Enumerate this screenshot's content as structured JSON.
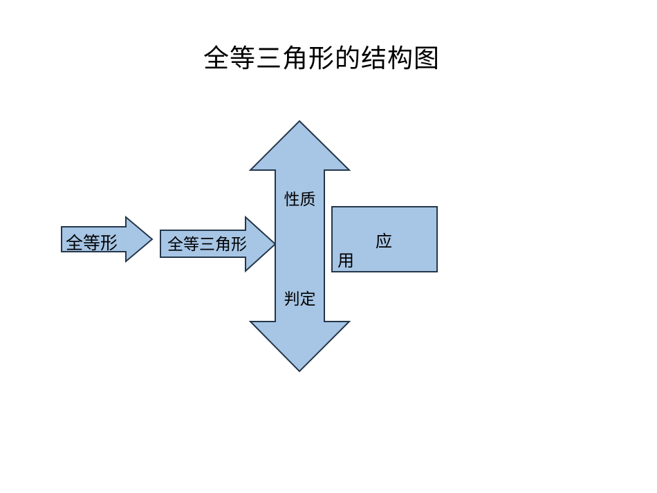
{
  "title": "全等三角形的结构图",
  "colors": {
    "background": "#ffffff",
    "text": "#000000",
    "shape_fill": "#a7c5e4",
    "shape_stroke": "#24364a"
  },
  "diagram": {
    "congruent_shapes": {
      "label": "全等形",
      "shape": "right-arrow"
    },
    "congruent_triangles": {
      "label": "全等三角形",
      "shape": "right-arrow"
    },
    "vertical_arrow": {
      "top_label": "性质",
      "bottom_label": "判定",
      "shape": "up-down-arrow"
    },
    "application": {
      "label": "应用",
      "shape": "rectangle"
    }
  }
}
